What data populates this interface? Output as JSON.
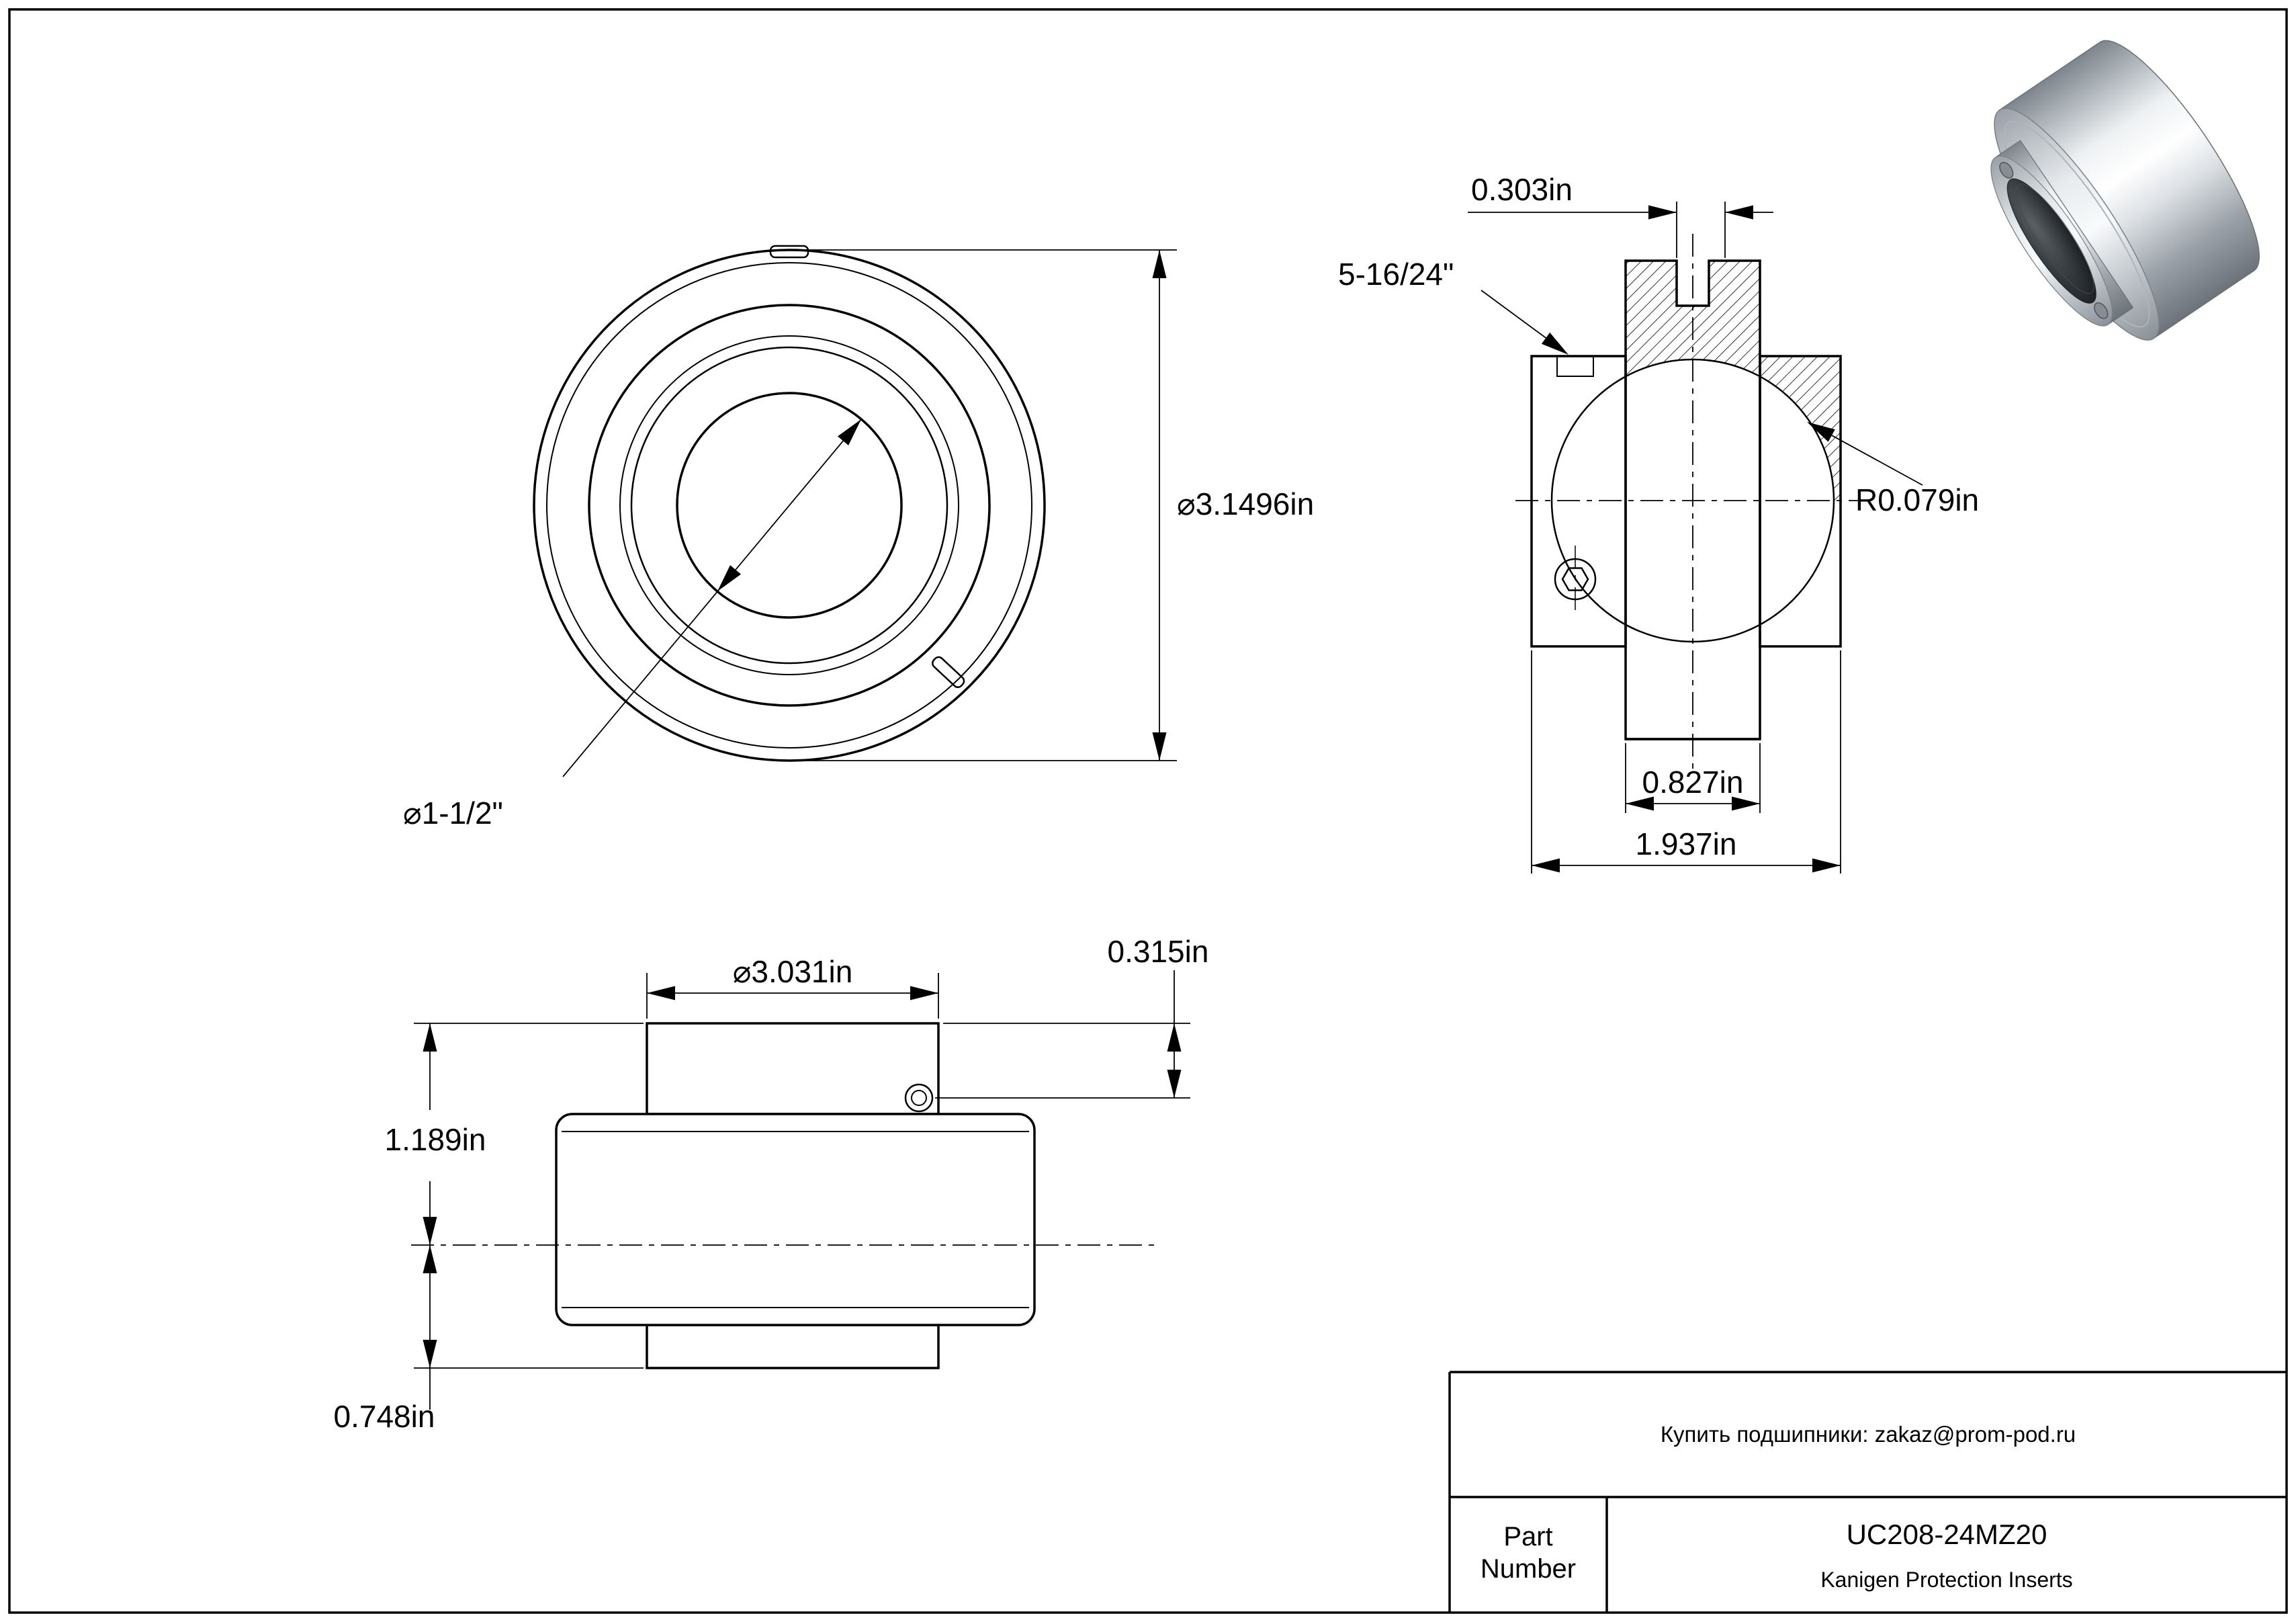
{
  "colors": {
    "line": "#000000",
    "background": "#ffffff"
  },
  "front_view": {
    "od_label": "⌀3.1496in",
    "bore_label": "⌀1-1/2\""
  },
  "section_view": {
    "offset_label": "0.303in",
    "thread_label": "5-16/24\"",
    "fillet_label": "R0.079in",
    "outer_ring_width_label": "0.827in",
    "total_width_label": "1.937in"
  },
  "side_view": {
    "od_label": "⌀3.031in",
    "screw_offset_label": "0.315in",
    "long_end_label": "1.189in",
    "short_end_label": "0.748in"
  },
  "title_block": {
    "supplier_note": "Купить подшипники: zakaz@prom-pod.ru",
    "part_label_line1": "Part",
    "part_label_line2": "Number",
    "part_number": "UC208-24MZ20",
    "description": "Kanigen Protection Inserts"
  }
}
